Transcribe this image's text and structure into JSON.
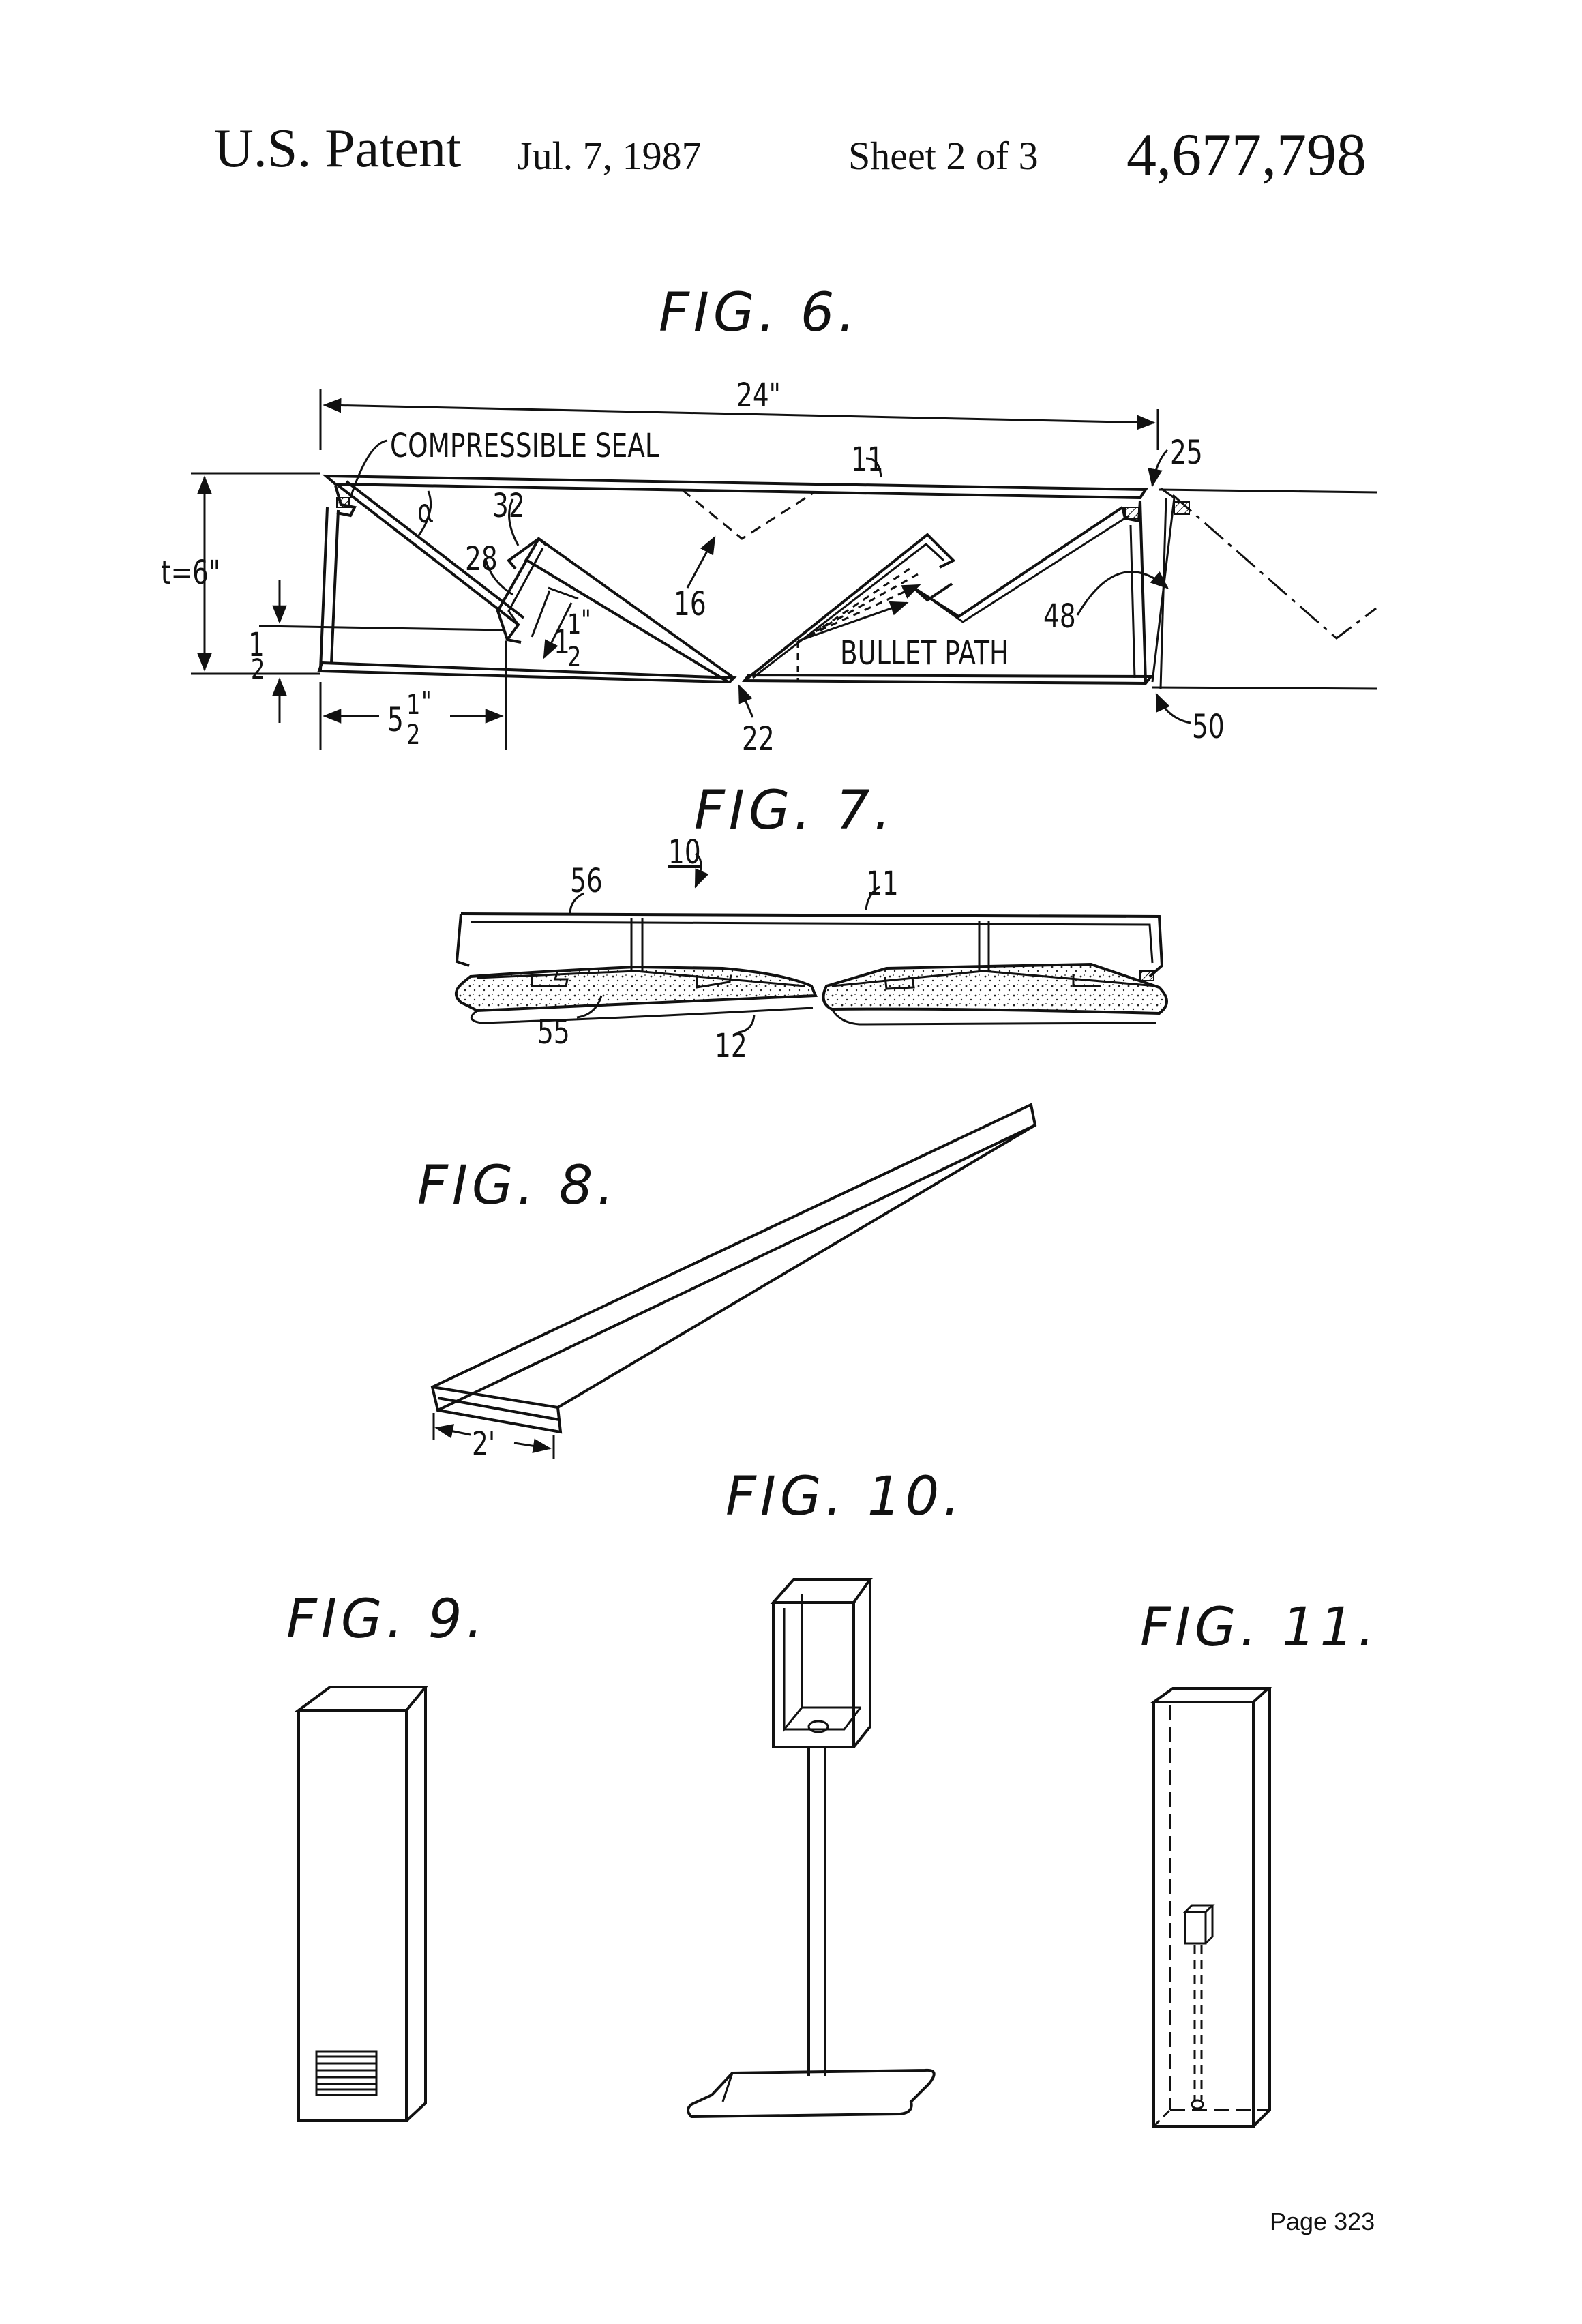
{
  "header": {
    "title": "U.S. Patent",
    "date": "Jul. 7, 1987",
    "sheet": "Sheet 2 of 3",
    "patent_number": "4,677,798"
  },
  "figures": {
    "fig6": {
      "label": "FIG. 6.",
      "width_dim": "24\"",
      "compressible_seal": "COMPRESSIBLE SEAL",
      "thickness": "t=6\"",
      "alpha": "α",
      "bullet_path": "BULLET PATH",
      "refs": [
        "11",
        "25",
        "32",
        "28",
        "16",
        "48",
        "22",
        "50"
      ],
      "frac_left": "1",
      "frac_left_den": "2",
      "frac_mid_whole": "1",
      "frac_mid_num": "1",
      "frac_mid_den": "2",
      "frac_mid_unit": "\"",
      "bottom_dim_whole": "5",
      "bottom_dim_num": "1",
      "bottom_dim_den": "2",
      "bottom_dim_unit": "\""
    },
    "fig7": {
      "label": "FIG. 7.",
      "refs": [
        "10",
        "56",
        "11",
        "55",
        "12"
      ]
    },
    "fig8": {
      "label": "FIG. 8.",
      "width_dim": "2'"
    },
    "fig9": {
      "label": "FIG. 9."
    },
    "fig10": {
      "label": "FIG. 10."
    },
    "fig11": {
      "label": "FIG. 11."
    }
  },
  "footer": {
    "page": "Page 323"
  }
}
